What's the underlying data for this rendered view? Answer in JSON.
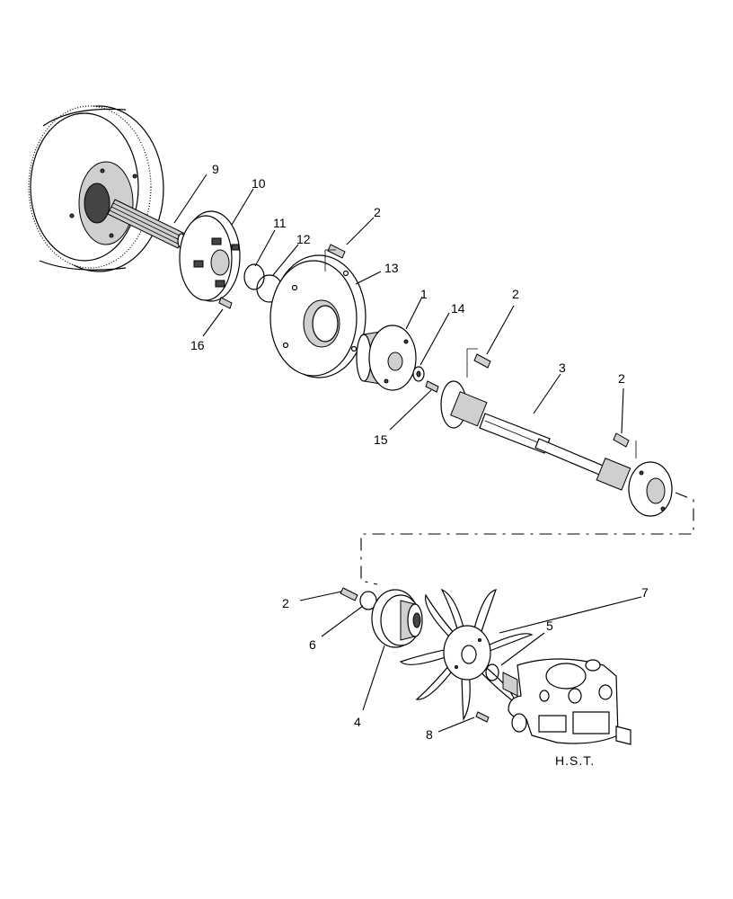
{
  "callouts": {
    "c1": "1",
    "c2a": "2",
    "c2b": "2",
    "c2c": "2",
    "c2d": "2",
    "c3": "3",
    "c4": "4",
    "c5": "5",
    "c6": "6",
    "c7": "7",
    "c8": "8",
    "c9": "9",
    "c10": "10",
    "c11": "11",
    "c12": "12",
    "c13": "13",
    "c14": "14",
    "c15": "15",
    "c16": "16"
  },
  "caption": "H.S.T."
}
